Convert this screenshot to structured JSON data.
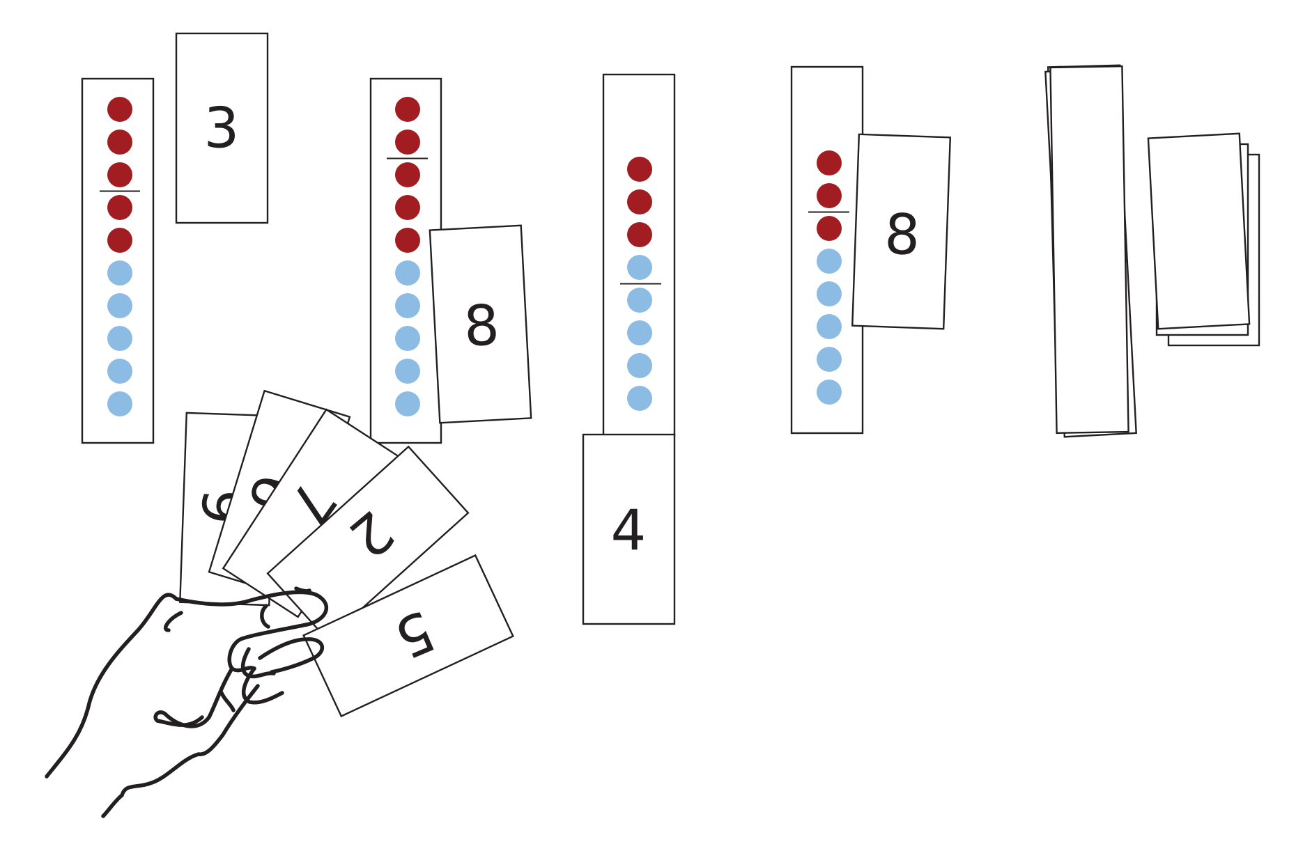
{
  "colors": {
    "red_dot": "#a11d21",
    "blue_dot": "#8cbbe4",
    "outline": "#231f20"
  },
  "strips": [
    {
      "red": 5,
      "blue": 5,
      "divider_after": 3
    },
    {
      "red": 5,
      "blue": 5,
      "divider_after": 2
    },
    {
      "red": 3,
      "blue": 5,
      "divider_after": 4
    },
    {
      "red": 3,
      "blue": 5,
      "divider_after": 2
    }
  ],
  "cards": {
    "card_3": "3",
    "card_8a": "8",
    "card_4": "4",
    "card_8b": "8"
  },
  "hand_cards": [
    "9",
    "6",
    "7",
    "2",
    "5"
  ]
}
